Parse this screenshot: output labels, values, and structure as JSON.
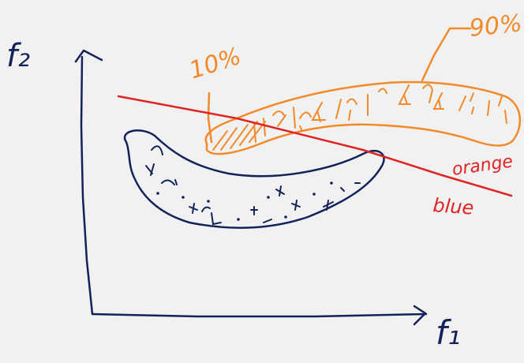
{
  "axes": {
    "y_label": "f₂",
    "x_label": "f₁"
  },
  "annotations": {
    "percent_low": "10%",
    "percent_high": "90%"
  },
  "boundary_labels": {
    "orange": "orange",
    "blue": "blue"
  },
  "colors": {
    "background": "#f1f1f1",
    "ink": "#14225a",
    "orange": "#f28a2a",
    "red": "#e02424"
  }
}
